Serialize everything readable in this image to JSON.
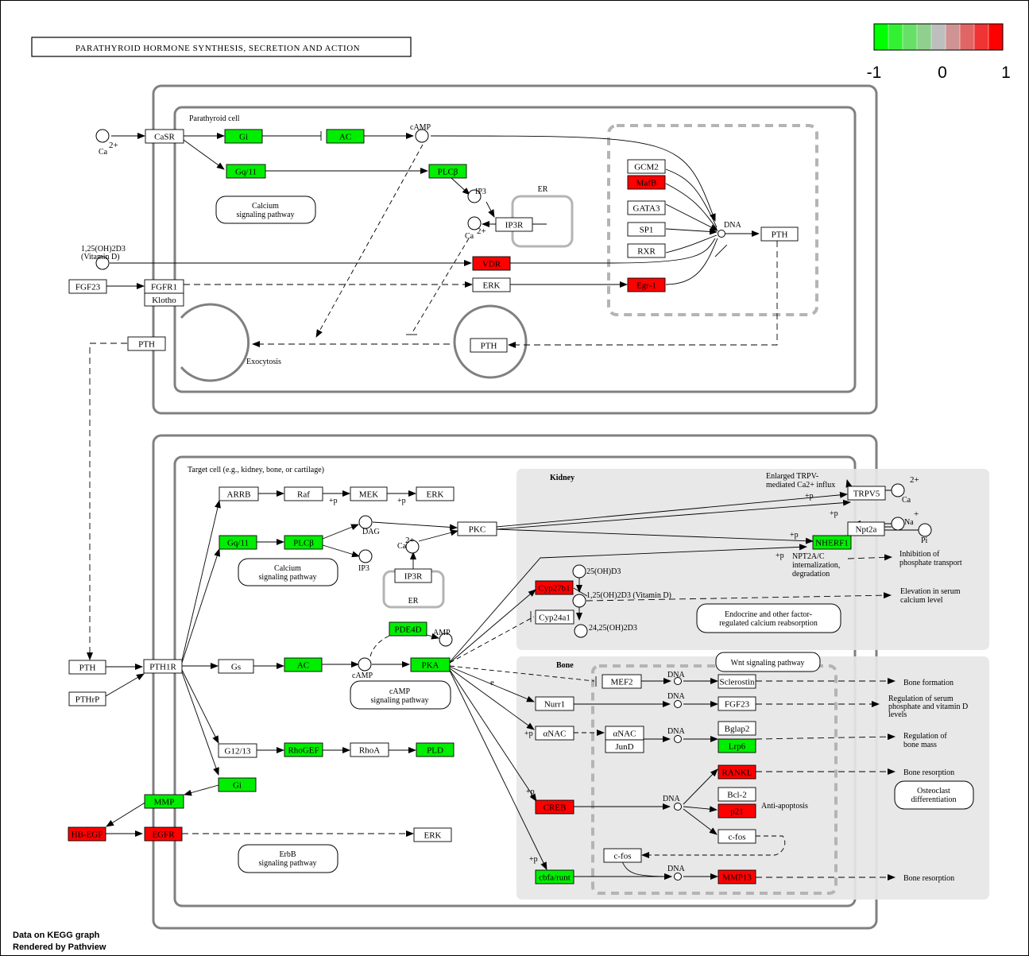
{
  "title": "PARATHYROID HORMONE SYNTHESIS, SECRETION AND ACTION",
  "legend": {
    "min_label": "-1",
    "mid_label": "0",
    "max_label": "1",
    "colors": [
      "#00ff00",
      "#33f033",
      "#66e066",
      "#8fd08f",
      "#bebebe",
      "#d09393",
      "#e06666",
      "#f03333",
      "#ff0000"
    ]
  },
  "footer": {
    "line1": "Data on KEGG graph",
    "line2": "Rendered by Pathview"
  },
  "colors": {
    "up": "#ff0000",
    "down": "#00ee00",
    "none": "#ffffff",
    "cell_border": "#808080",
    "region": "#e6e6e6",
    "dash_box": "#b4b4b4"
  },
  "labels": {
    "parathyroid_cell": "Parathyroid cell",
    "target_cell": "Target cell (e.g., kidney, bone, or cartilage)",
    "kidney": "Kidney",
    "bone": "Bone",
    "er": "ER",
    "camp": "cAMP",
    "ip3": "IP3",
    "dag": "DAG",
    "amp": "AMP",
    "dna": "DNA",
    "exocytosis": "Exocytosis",
    "vitd_1": "1,25(OH)2D3",
    "vitd_2": "(Vitamin D)",
    "ca": "Ca",
    "na": "Na",
    "pi": "Pi",
    "p": "+p",
    "e": "e",
    "enlarged_1": "Enlarged TRPV-",
    "enlarged_2": "mediated Ca2+ influx",
    "npt_1": "NPT2A/C",
    "npt_2": "internalization,",
    "npt_3": "degradation",
    "inhib_1": "Inhibition of",
    "inhib_2": "phosphate transport",
    "elev_1": "Elevation in serum",
    "elev_2": "calcium level",
    "oh25": "25(OH)D3",
    "oh125": "1,25(OH)2D3  (Vitamin D)",
    "oh2425": "24,25(OH)2D3",
    "bone_formation": "Bone formation",
    "reg_pvd_1": "Regulation of serum",
    "reg_pvd_2": "phosphate and vitamin D",
    "reg_pvd_3": "levels",
    "reg_bm_1": "Regulation of",
    "reg_bm_2": "bone mass",
    "bone_resorption": "Bone resorption",
    "anti_apoptosis": "Anti-apoptosis"
  },
  "pathways": {
    "calcium_1": "Calcium",
    "calcium_2": "signaling pathway",
    "endocrine_1": "Endocrine and other factor-",
    "endocrine_2": "regulated calcium reabsorption",
    "camp_1": "cAMP",
    "camp_2": "signaling pathway",
    "wnt": "Wnt signaling pathway",
    "osteoclast_1": "Osteoclast",
    "osteoclast_2": "differentiation",
    "erbb_1": "ErbB",
    "erbb_2": "signaling pathway"
  },
  "genes": [
    {
      "id": "casr",
      "label": "CaSR",
      "state": "none"
    },
    {
      "id": "gi1",
      "label": "Gi",
      "state": "down"
    },
    {
      "id": "ac1",
      "label": "AC",
      "state": "down"
    },
    {
      "id": "gq1",
      "label": "Gq/11",
      "state": "down"
    },
    {
      "id": "plcb1",
      "label": "PLCβ",
      "state": "down"
    },
    {
      "id": "ip3r1",
      "label": "IP3R",
      "state": "none"
    },
    {
      "id": "gcm2",
      "label": "GCM2",
      "state": "none"
    },
    {
      "id": "mafb",
      "label": "MafB",
      "state": "up"
    },
    {
      "id": "gata3",
      "label": "GATA3",
      "state": "none"
    },
    {
      "id": "sp1",
      "label": "SP1",
      "state": "none"
    },
    {
      "id": "rxr",
      "label": "RXR",
      "state": "none"
    },
    {
      "id": "egr1",
      "label": "Egr-1",
      "state": "up"
    },
    {
      "id": "pth_top",
      "label": "PTH",
      "state": "none"
    },
    {
      "id": "vdr",
      "label": "VDR",
      "state": "up"
    },
    {
      "id": "fgf23_a",
      "label": "FGF23",
      "state": "none"
    },
    {
      "id": "fgfr1",
      "label": "FGFR1",
      "state": "none"
    },
    {
      "id": "klotho",
      "label": "Klotho",
      "state": "none"
    },
    {
      "id": "erk1",
      "label": "ERK",
      "state": "none"
    },
    {
      "id": "pth_ves",
      "label": "PTH",
      "state": "none"
    },
    {
      "id": "pth_sec",
      "label": "PTH",
      "state": "none"
    },
    {
      "id": "arrb",
      "label": "ARRB",
      "state": "none"
    },
    {
      "id": "raf",
      "label": "Raf",
      "state": "none"
    },
    {
      "id": "mek",
      "label": "MEK",
      "state": "none"
    },
    {
      "id": "erk2",
      "label": "ERK",
      "state": "none"
    },
    {
      "id": "gq2",
      "label": "Gq/11",
      "state": "down"
    },
    {
      "id": "plcb2",
      "label": "PLCβ",
      "state": "down"
    },
    {
      "id": "pkc",
      "label": "PKC",
      "state": "none"
    },
    {
      "id": "ip3r2",
      "label": "IP3R",
      "state": "none"
    },
    {
      "id": "pth_blood",
      "label": "PTH",
      "state": "none"
    },
    {
      "id": "pthrp",
      "label": "PTHrP",
      "state": "none"
    },
    {
      "id": "pth1r",
      "label": "PTH1R",
      "state": "none"
    },
    {
      "id": "gs",
      "label": "Gs",
      "state": "none"
    },
    {
      "id": "ac2",
      "label": "AC",
      "state": "down"
    },
    {
      "id": "pde4d",
      "label": "PDE4D",
      "state": "down"
    },
    {
      "id": "pka",
      "label": "PKA",
      "state": "down"
    },
    {
      "id": "g1213",
      "label": "G12/13",
      "state": "none"
    },
    {
      "id": "rhogef",
      "label": "RhoGEF",
      "state": "down"
    },
    {
      "id": "rhoa",
      "label": "RhoA",
      "state": "none"
    },
    {
      "id": "pld",
      "label": "PLD",
      "state": "down"
    },
    {
      "id": "gi2",
      "label": "Gi",
      "state": "down"
    },
    {
      "id": "mmp",
      "label": "MMP",
      "state": "down"
    },
    {
      "id": "hbegf",
      "label": "HB-EGF",
      "state": "up"
    },
    {
      "id": "egfr",
      "label": "EGFR",
      "state": "up"
    },
    {
      "id": "erk3",
      "label": "ERK",
      "state": "none"
    },
    {
      "id": "trpv5",
      "label": "TRPV5",
      "state": "none"
    },
    {
      "id": "npt2a",
      "label": "Npt2a",
      "state": "none"
    },
    {
      "id": "nherf1",
      "label": "NHERF1",
      "state": "down"
    },
    {
      "id": "cyp27b1",
      "label": "Cyp27b1",
      "state": "up"
    },
    {
      "id": "cyp24a1",
      "label": "Cyp24a1",
      "state": "none"
    },
    {
      "id": "mef2",
      "label": "MEF2",
      "state": "none"
    },
    {
      "id": "sclerostin",
      "label": "Sclerostin",
      "state": "none"
    },
    {
      "id": "nurr1",
      "label": "Nurr1",
      "state": "none"
    },
    {
      "id": "fgf23_b",
      "label": "FGF23",
      "state": "none"
    },
    {
      "id": "anac1",
      "label": "αNAC",
      "state": "none"
    },
    {
      "id": "anac2",
      "label": "αNAC",
      "state": "none"
    },
    {
      "id": "jund",
      "label": "JunD",
      "state": "none"
    },
    {
      "id": "bglap2",
      "label": "Bglap2",
      "state": "none"
    },
    {
      "id": "lrp6",
      "label": "Lrp6",
      "state": "down"
    },
    {
      "id": "rankl",
      "label": "RANKL",
      "state": "up"
    },
    {
      "id": "bcl2",
      "label": "Bcl-2",
      "state": "none"
    },
    {
      "id": "p21",
      "label": "p21",
      "state": "up"
    },
    {
      "id": "creb",
      "label": "CREB",
      "state": "up"
    },
    {
      "id": "cfos1",
      "label": "c-fos",
      "state": "none"
    },
    {
      "id": "cfos2",
      "label": "c-fos",
      "state": "none"
    },
    {
      "id": "cbfa",
      "label": "cbfa/runt",
      "state": "down"
    },
    {
      "id": "mmp13",
      "label": "MMP13",
      "state": "up"
    }
  ]
}
